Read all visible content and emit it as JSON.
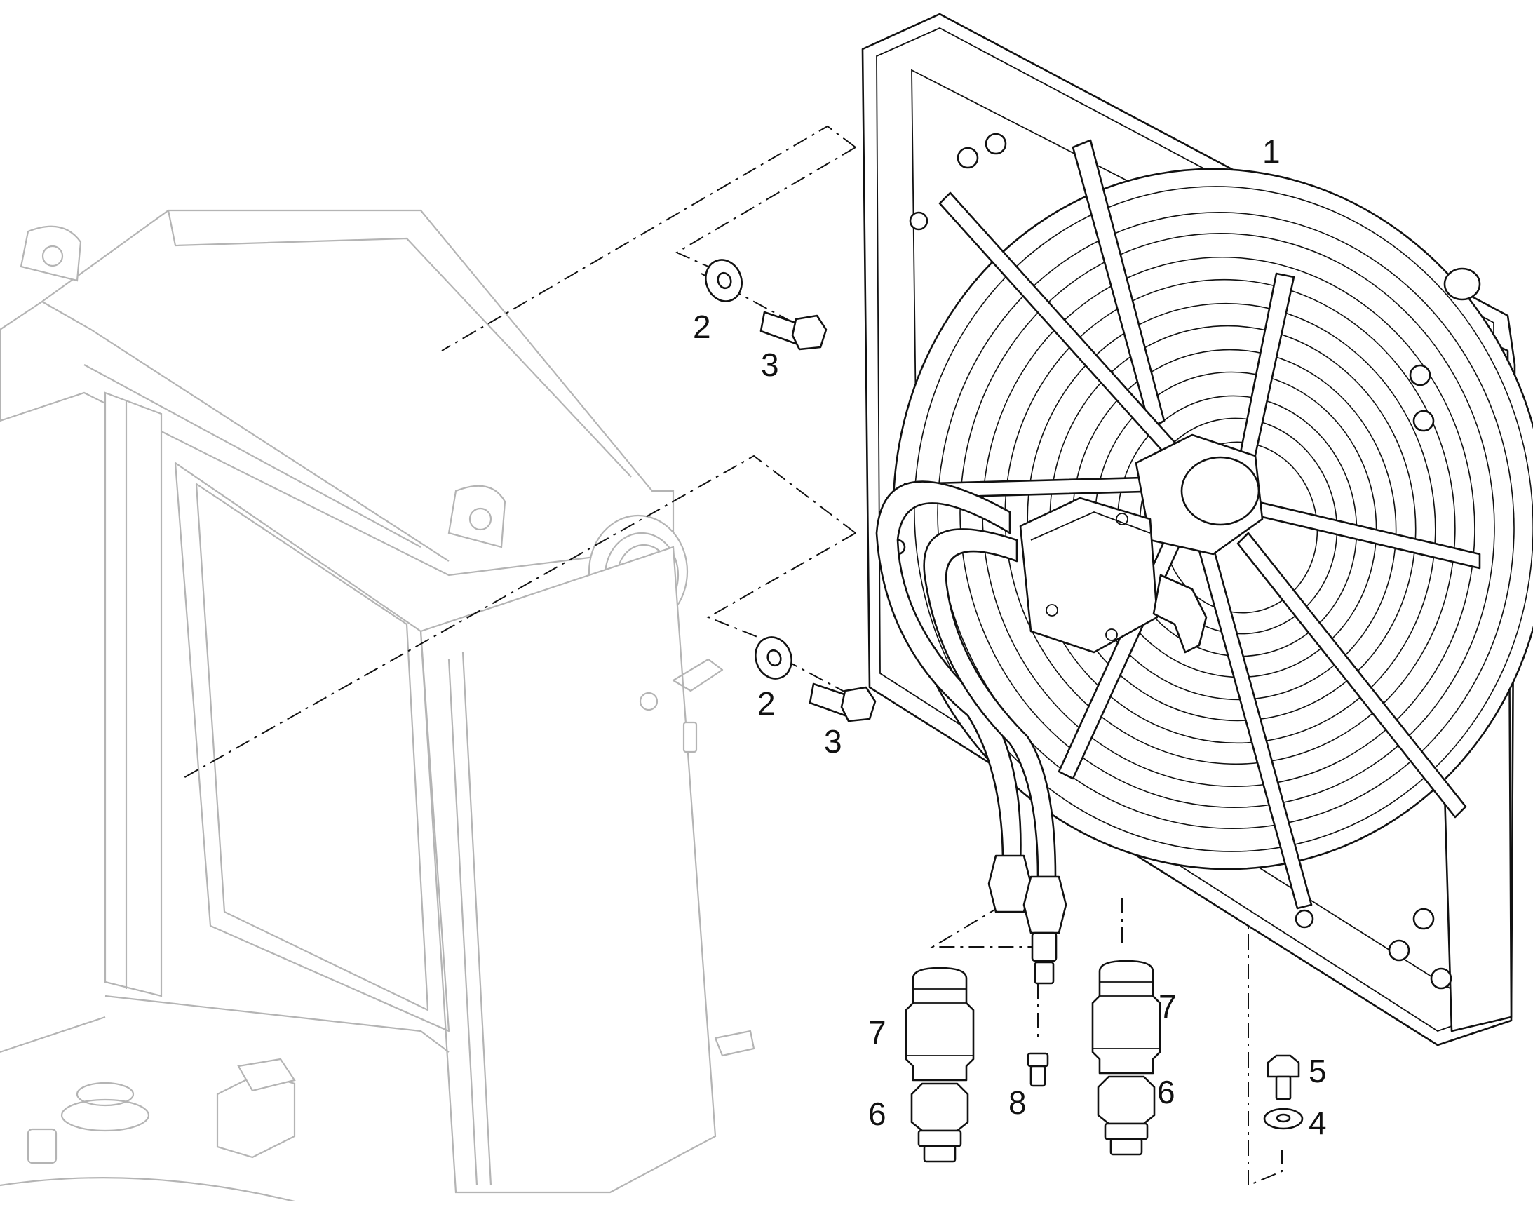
{
  "diagram": {
    "callouts": [
      {
        "id": "c1",
        "label": "1"
      },
      {
        "id": "c2a",
        "label": "2"
      },
      {
        "id": "c3a",
        "label": "3"
      },
      {
        "id": "c2b",
        "label": "2"
      },
      {
        "id": "c3b",
        "label": "3"
      },
      {
        "id": "c7a",
        "label": "7"
      },
      {
        "id": "c6a",
        "label": "6"
      },
      {
        "id": "c8",
        "label": "8"
      },
      {
        "id": "c7b",
        "label": "7"
      },
      {
        "id": "c6b",
        "label": "6"
      },
      {
        "id": "c5",
        "label": "5"
      },
      {
        "id": "c4",
        "label": "4"
      }
    ]
  }
}
